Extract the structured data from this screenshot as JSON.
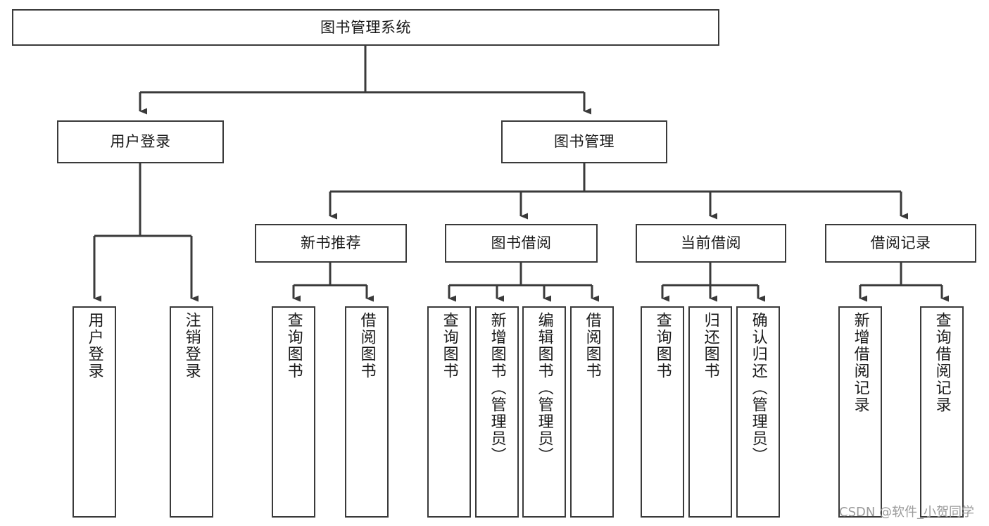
{
  "diagram": {
    "type": "tree-hierarchy",
    "title": "图书管理系统",
    "orientation": "top-down",
    "style": {
      "box_border_color": "#3a3a3a",
      "box_fill_color": "#ffffff",
      "connector_color": "#3a3a3a",
      "text_color": "#1a1a1a",
      "background": "#ffffff"
    },
    "root": {
      "label": "图书管理系统"
    },
    "level2": [
      {
        "label": "用户登录"
      },
      {
        "label": "图书管理"
      }
    ],
    "level3": [
      {
        "label": "新书推荐"
      },
      {
        "label": "图书借阅"
      },
      {
        "label": "当前借阅"
      },
      {
        "label": "借阅记录"
      }
    ],
    "leaves": {
      "user_login": [
        {
          "label": "用户登录"
        },
        {
          "label": "注销登录"
        }
      ],
      "new_book_recommend": [
        {
          "label": "查询图书"
        },
        {
          "label": "借阅图书"
        }
      ],
      "book_borrow": [
        {
          "label": "查询图书"
        },
        {
          "label": "新增图书（管理员）"
        },
        {
          "label": "编辑图书（管理员）"
        },
        {
          "label": "借阅图书"
        }
      ],
      "current_borrow": [
        {
          "label": "查询图书"
        },
        {
          "label": "归还图书"
        },
        {
          "label": "确认归还（管理员）"
        }
      ],
      "borrow_records": [
        {
          "label": "新增借阅记录"
        },
        {
          "label": "查询借阅记录"
        }
      ]
    }
  },
  "watermark": {
    "text": "CSDN @软件_小贺同学"
  }
}
